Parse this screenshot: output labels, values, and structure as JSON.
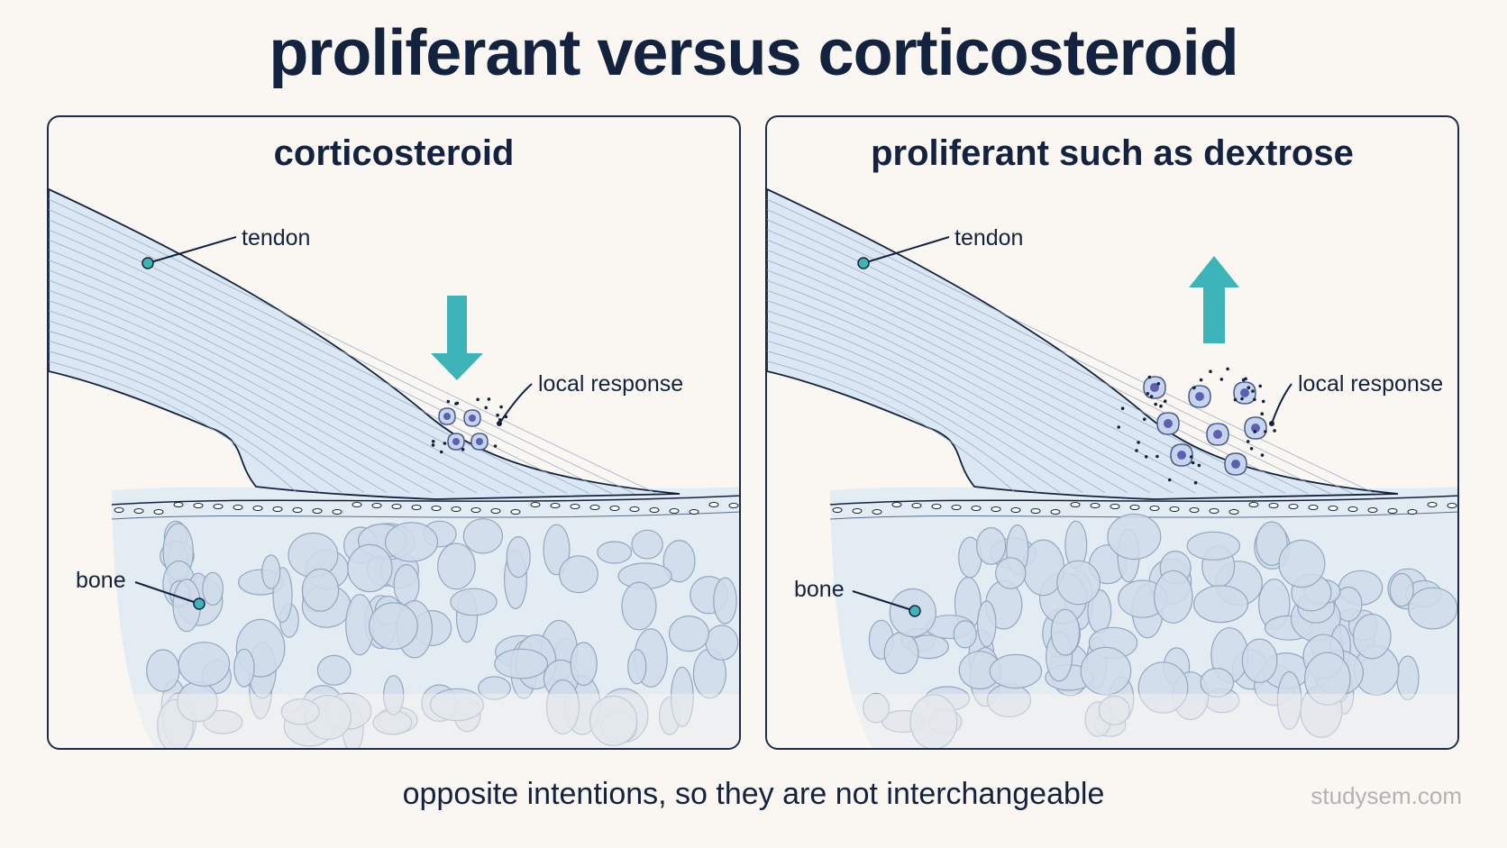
{
  "title": "proliferant versus corticosteroid",
  "panels": [
    {
      "heading": "corticosteroid",
      "labels": {
        "tendon": "tendon",
        "bone": "bone",
        "response": "local response"
      },
      "arrow_direction": "down"
    },
    {
      "heading": "proliferant such as dextrose",
      "labels": {
        "tendon": "tendon",
        "bone": "bone",
        "response": "local response"
      },
      "arrow_direction": "up"
    }
  ],
  "caption": "opposite intentions, so they are not interchangeable",
  "watermark": "studysem.com",
  "colors": {
    "accent": "#3db5b8",
    "navy": "#13233f",
    "tendon": "#dbe8f3",
    "bone": "#e3ebf3",
    "cell": "#5d5fb0"
  }
}
